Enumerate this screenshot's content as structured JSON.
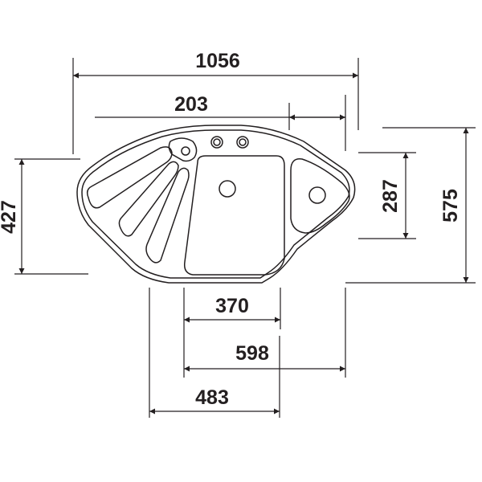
{
  "drawing": {
    "ink_color": "#231f20",
    "background": "#ffffff"
  },
  "dimensions": {
    "overall_width": "1056",
    "tap_offset": "203",
    "left_depth": "427",
    "small_bowl_depth": "287",
    "overall_depth": "575",
    "main_bowl_width": "370",
    "front_width": "598",
    "cabinet_width": "483"
  }
}
